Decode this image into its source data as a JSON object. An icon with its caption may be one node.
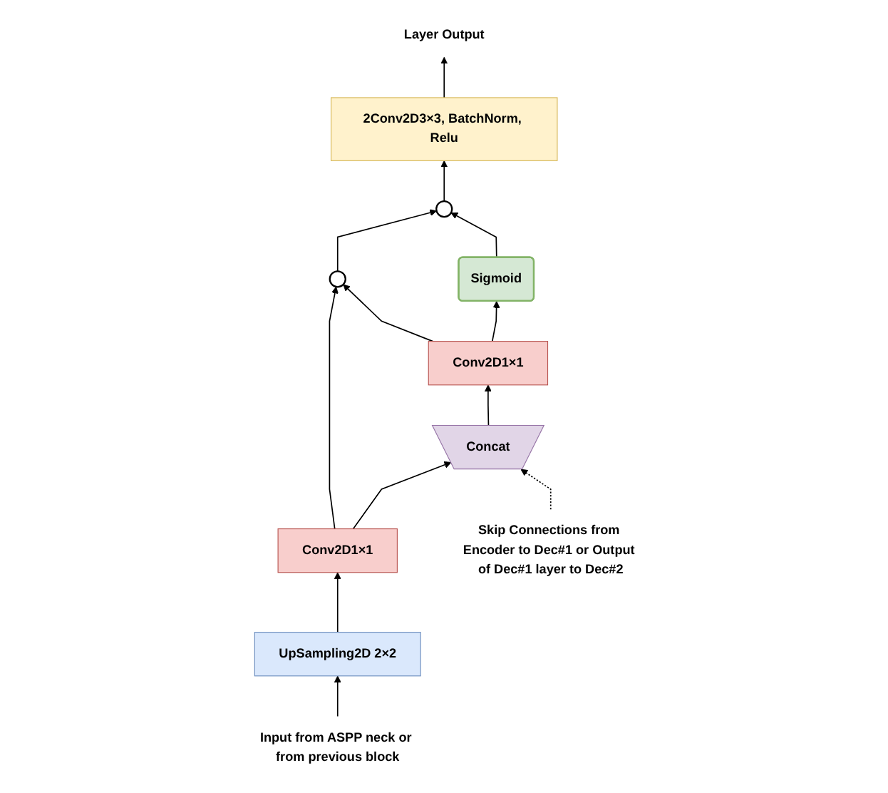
{
  "diagram": {
    "nodes": [
      {
        "text": [
          "Layer Output"
        ]
      },
      {
        "text": [
          "2Conv2D3×3, BatchNorm, Relu"
        ]
      },
      {
        "text": [],
        "shape": "circle"
      },
      {
        "text": [],
        "shape": "circle"
      },
      {
        "text": [
          "Sigmoid"
        ]
      },
      {
        "text": [
          "Conv2D1×1"
        ]
      },
      {
        "text": [
          "Concat"
        ]
      },
      {
        "text": [
          "Conv2D1×1"
        ]
      },
      {
        "text": [
          "UpSampling2D 2×2"
        ]
      },
      {
        "text": [
          "Skip Connections from Encoder to Dec#1 or Output of Dec#1 layer to Dec#2"
        ]
      },
      {
        "text": [
          "Input from ASPP neck or from previous block"
        ]
      }
    ],
    "edges": [
      {
        "from": 1,
        "to": 0,
        "arrow": "to"
      },
      {
        "from": 3,
        "to": 1,
        "arrow": "to"
      },
      {
        "from": 2,
        "to": 3,
        "arrow": "to"
      },
      {
        "from": 4,
        "to": 3,
        "arrow": "to"
      },
      {
        "from": 5,
        "to": 4,
        "arrow": "to"
      },
      {
        "from": 5,
        "to": 2,
        "arrow": "to"
      },
      {
        "from": 6,
        "to": 5,
        "arrow": "to"
      },
      {
        "from": 7,
        "to": 6,
        "arrow": "to"
      },
      {
        "from": 7,
        "to": 2,
        "arrow": "to"
      },
      {
        "from": 8,
        "to": 7,
        "arrow": "to"
      },
      {
        "from": 10,
        "to": 8,
        "arrow": "to"
      },
      {
        "from": 9,
        "to": 6,
        "arrow": "to",
        "style": "dashed"
      }
    ]
  }
}
